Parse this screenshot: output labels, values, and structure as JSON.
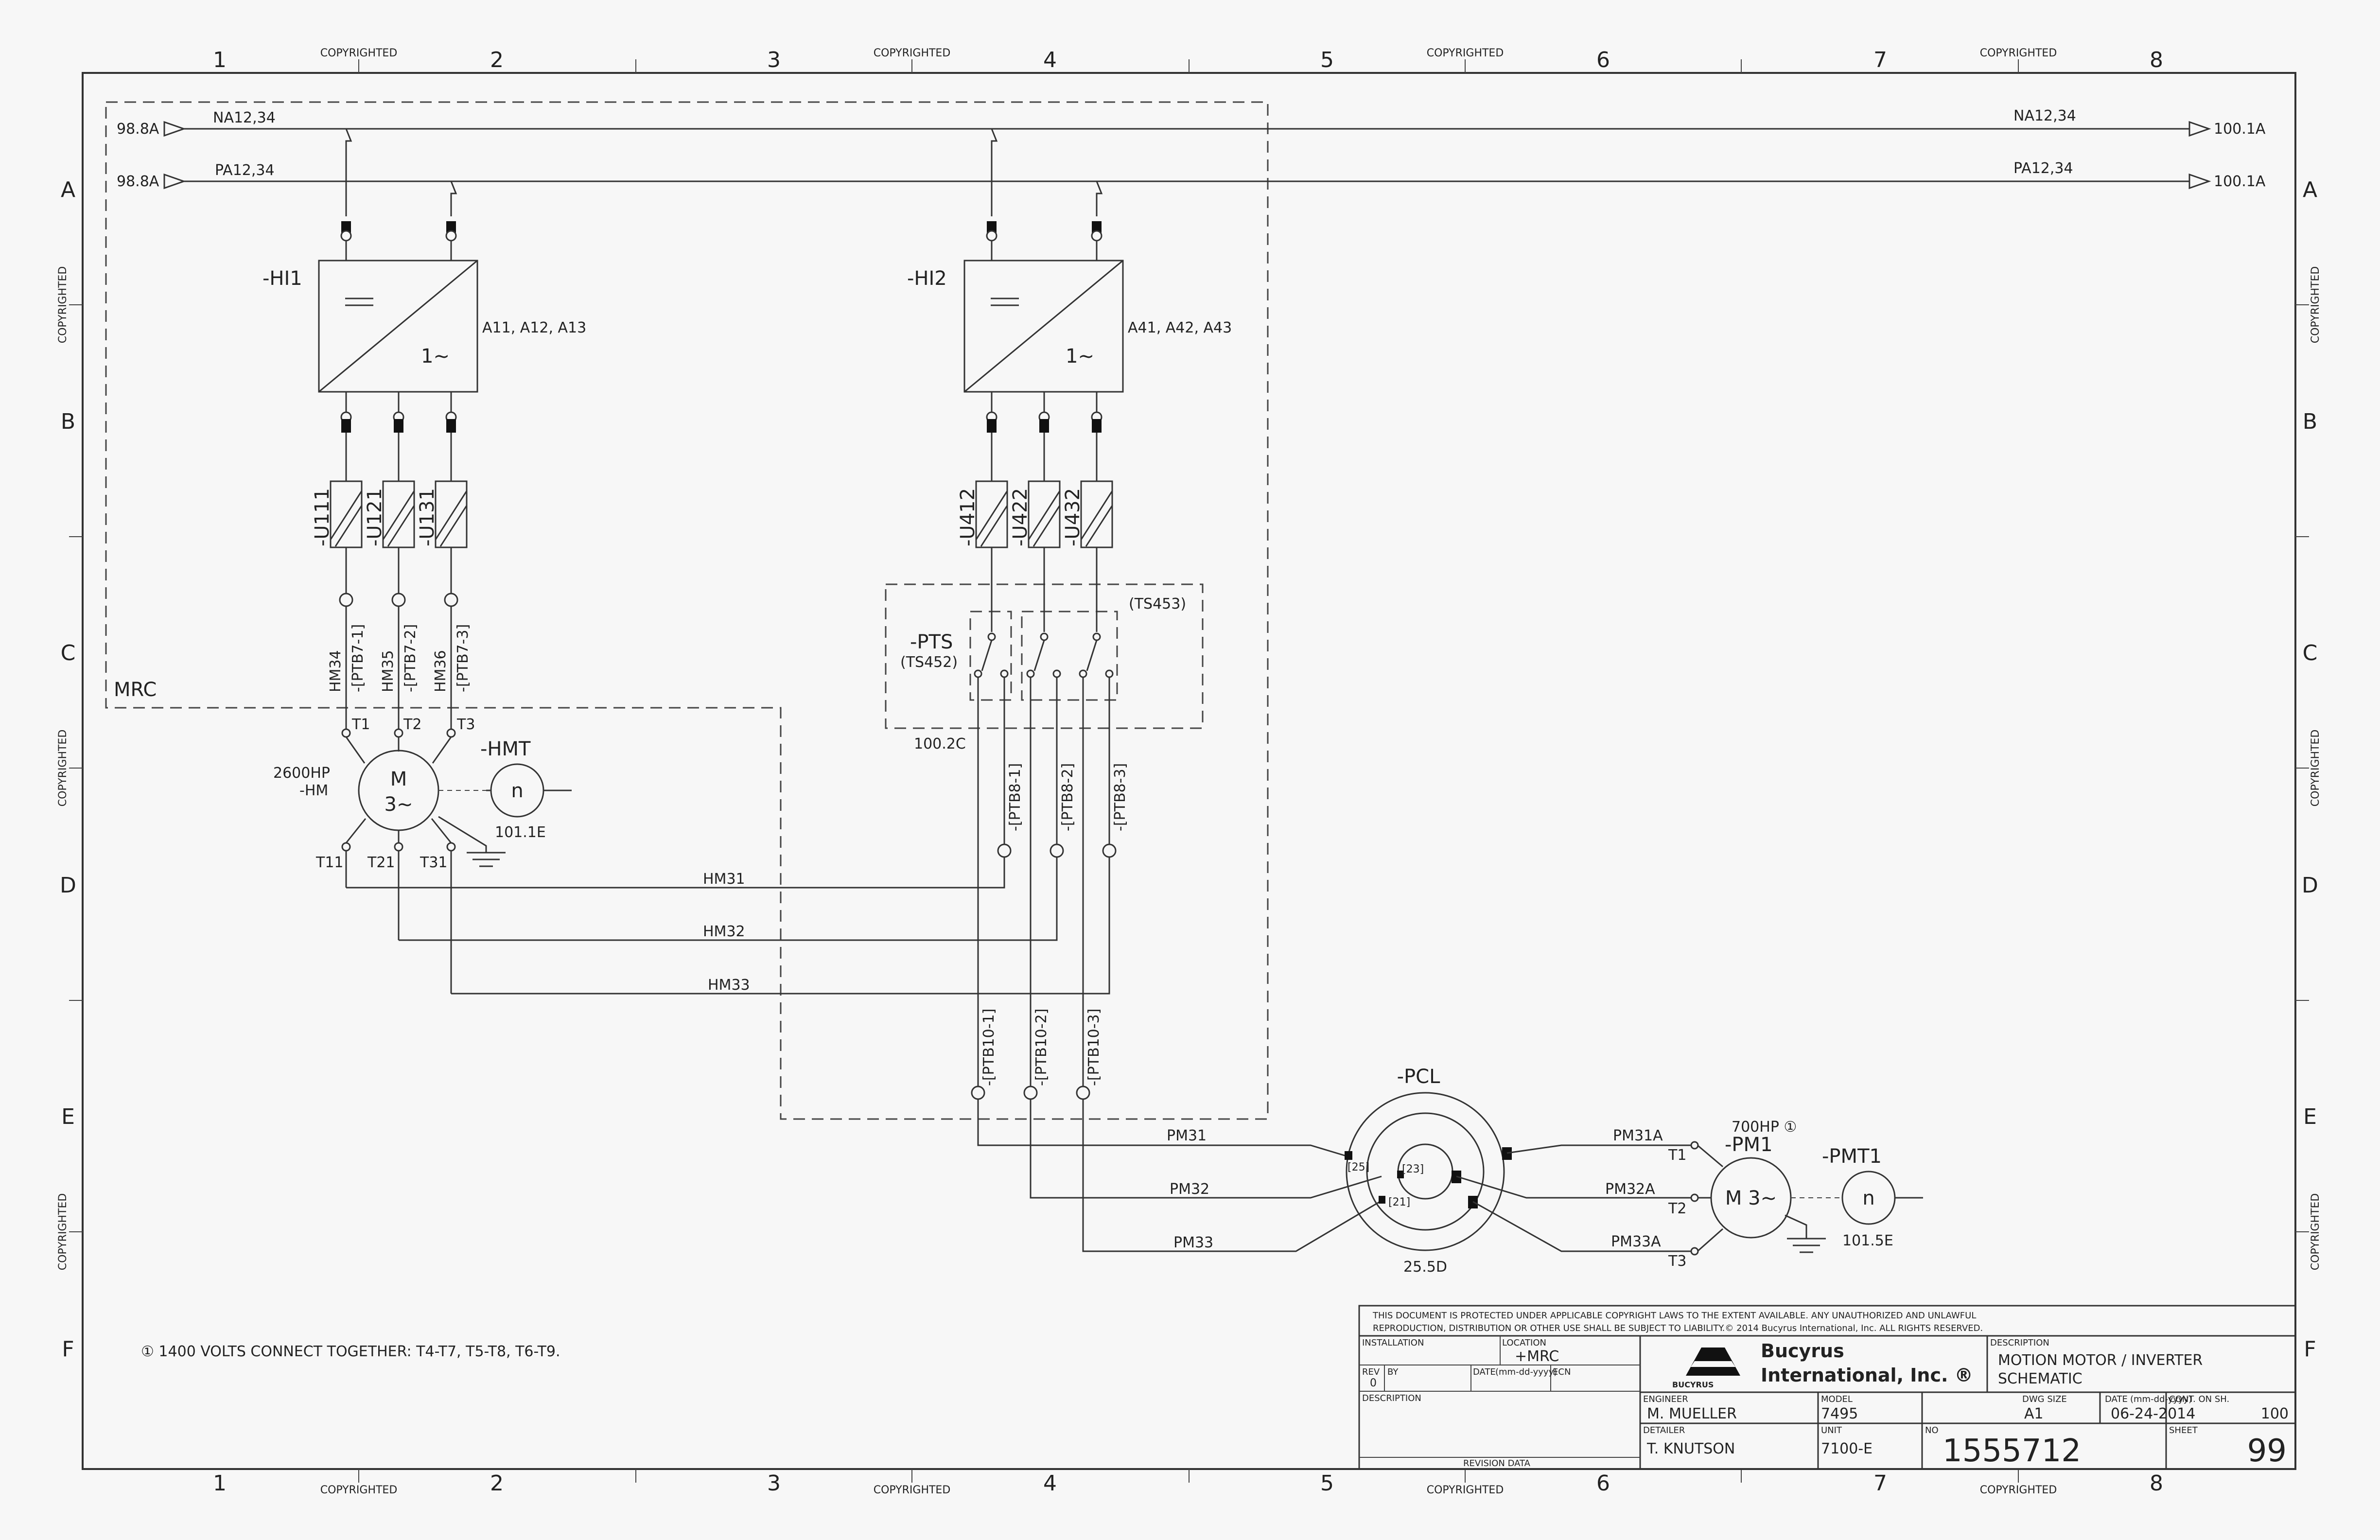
{
  "frame": {
    "columns": [
      "1",
      "2",
      "3",
      "4",
      "5",
      "6",
      "7",
      "8"
    ],
    "rows": [
      "A",
      "B",
      "C",
      "D",
      "E",
      "F"
    ],
    "copyright_mark": "COPYRIGHTED"
  },
  "refs": {
    "a98_1": "98.8A",
    "a98_2": "98.8A",
    "a100_1": "100.1A",
    "a100_2": "100.1A",
    "na_left": "NA12,34",
    "pa_left": "PA12,34",
    "na_right": "NA12,34",
    "pa_right": "PA12,34"
  },
  "components": {
    "hi1": "-HI1",
    "hi1_addr": "A11, A12, A13",
    "hi2": "-HI2",
    "hi2_addr": "A41, A42, A43",
    "dc": "==",
    "ac": "1~",
    "u111": "-U111",
    "u121": "-U121",
    "u131": "-U131",
    "u412": "-U412",
    "u422": "-U422",
    "u432": "-U432",
    "mrc": "MRC",
    "hm34": "HM34",
    "hm35": "HM35",
    "hm36": "HM36",
    "ptb7_1": "-[PTB7-1]",
    "ptb7_2": "-[PTB7-2]",
    "ptb7_3": "-[PTB7-3]",
    "t1": "T1",
    "t2": "T2",
    "t3": "T3",
    "t11": "T11",
    "t21": "T21",
    "t31": "T31",
    "hm_rating": "2600HP",
    "hm": "-HM",
    "motor_m": "M",
    "motor_3": "3~",
    "hmt": "-HMT",
    "hmt_n": "n",
    "hmt_ref": "101.1E",
    "pts": "-PTS",
    "ts452": "(TS452)",
    "ts453": "(TS453)",
    "pts_ref": "100.2C",
    "ptb8_1": "-[PTB8-1]",
    "ptb8_2": "-[PTB8-2]",
    "ptb8_3": "-[PTB8-3]",
    "hm31": "HM31",
    "hm32": "HM32",
    "hm33": "HM33",
    "ptb10_1": "-[PTB10-1]",
    "ptb10_2": "-[PTB10-2]",
    "ptb10_3": "-[PTB10-3]",
    "pcl": "-PCL",
    "pcl_ref": "25.5D",
    "ring_25": "[25]",
    "ring_23": "[23]",
    "ring_21": "[21]",
    "pm31": "PM31",
    "pm32": "PM32",
    "pm33": "PM33",
    "pm31a": "PM31A",
    "pm32a": "PM32A",
    "pm33a": "PM33A",
    "pm1_rating": "700HP ①",
    "pm1": "-PM1",
    "pm1_m": "M 3~",
    "pt1": "T1",
    "pt2": "T2",
    "pt3": "T3",
    "pmt1": "-PMT1",
    "pmt1_n": "n",
    "pmt1_ref": "101.5E"
  },
  "note": "① 1400 VOLTS CONNECT TOGETHER: T4-T7, T5-T8, T6-T9.",
  "title_block": {
    "copyright_line1": "THIS DOCUMENT IS PROTECTED UNDER APPLICABLE COPYRIGHT LAWS TO THE EXTENT AVAILABLE.  ANY UNAUTHORIZED AND UNLAWFUL",
    "copyright_line2": "REPRODUCTION, DISTRIBUTION OR OTHER USE SHALL BE SUBJECT TO LIABILITY.© 2014  Bucyrus International, Inc. ALL RIGHTS RESERVED.",
    "installation_label": "INSTALLATION",
    "location_label": "LOCATION",
    "location": "+MRC",
    "rev_label": "REV",
    "rev": "0",
    "by_label": "BY",
    "date_label": "DATE",
    "date_format": "(mm-dd-yyyy)",
    "ecn_label": "ECN",
    "description_left_label": "DESCRIPTION",
    "revision_data": "REVISION DATA",
    "company_line1": "Bucyrus",
    "company_line2": "International, Inc. ®",
    "logo_text": "BUCYRUS",
    "description_label": "DESCRIPTION",
    "description_line1": "MOTION MOTOR / INVERTER",
    "description_line2": "SCHEMATIC",
    "engineer_label": "ENGINEER",
    "engineer": "M. MUELLER",
    "model_label": "MODEL",
    "model": "7495",
    "dwg_size_label": "DWG SIZE",
    "dwg_size": "A1",
    "date_label2": "DATE",
    "date_format2": "(mm-dd-yyyy)",
    "date": "06-24-2014",
    "cont_label": "CONT. ON SH.",
    "cont": "100",
    "detailer_label": "DETAILER",
    "detailer": "T. KNUTSON",
    "unit_label": "UNIT",
    "unit": "7100-E",
    "no_label": "NO",
    "number": "1555712",
    "sheet_label": "SHEET",
    "sheet": "99"
  }
}
